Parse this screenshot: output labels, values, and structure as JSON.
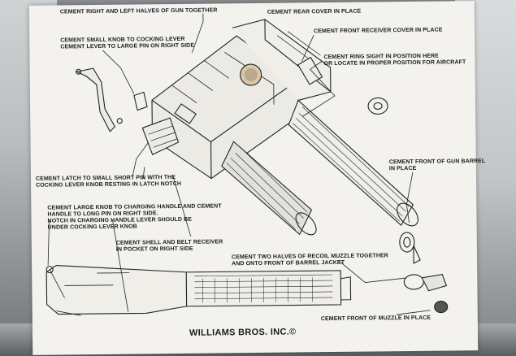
{
  "document": {
    "labels": {
      "l1": "CEMENT RIGHT AND LEFT HALVES OF GUN TOGETHER",
      "l2": "CEMENT REAR COVER IN PLACE",
      "l3": "CEMENT FRONT RECEIVER COVER IN PLACE",
      "l4": "CEMENT SMALL KNOB TO COCKING LEVER\nCEMENT LEVER TO LARGE PIN ON RIGHT SIDE",
      "l5": "CEMENT RING SIGHT IN POSITION HERE\nOR LOCATE IN PROPER POSITION FOR AIRCRAFT",
      "l6": "CEMENT LATCH TO SMALL SHORT PIN WITH THE\nCOCKING LEVER KNOB RESTING IN LATCH NOTCH",
      "l7": "CEMENT FRONT OF GUN BARREL\nIN PLACE",
      "l8": "CEMENT LARGE KNOB TO CHARGING HANDLE AND CEMENT\nHANDLE TO LONG PIN ON RIGHT SIDE.\nNOTCH IN CHARGING HANDLE LEVER SHOULD BE\nUNDER COCKING LEVER KNOB",
      "l9": "CEMENT SHELL AND BELT RECEIVER\nIN POCKET ON RIGHT SIDE",
      "l10": "CEMENT TWO HALVES OF RECOIL MUZZLE TOGETHER\nAND ONTO FRONT OF BARREL JACKET",
      "l11": "CEMENT FRONT OF MUZZLE IN PLACE"
    },
    "brand": "WILLIAMS BROS. INC.©"
  }
}
